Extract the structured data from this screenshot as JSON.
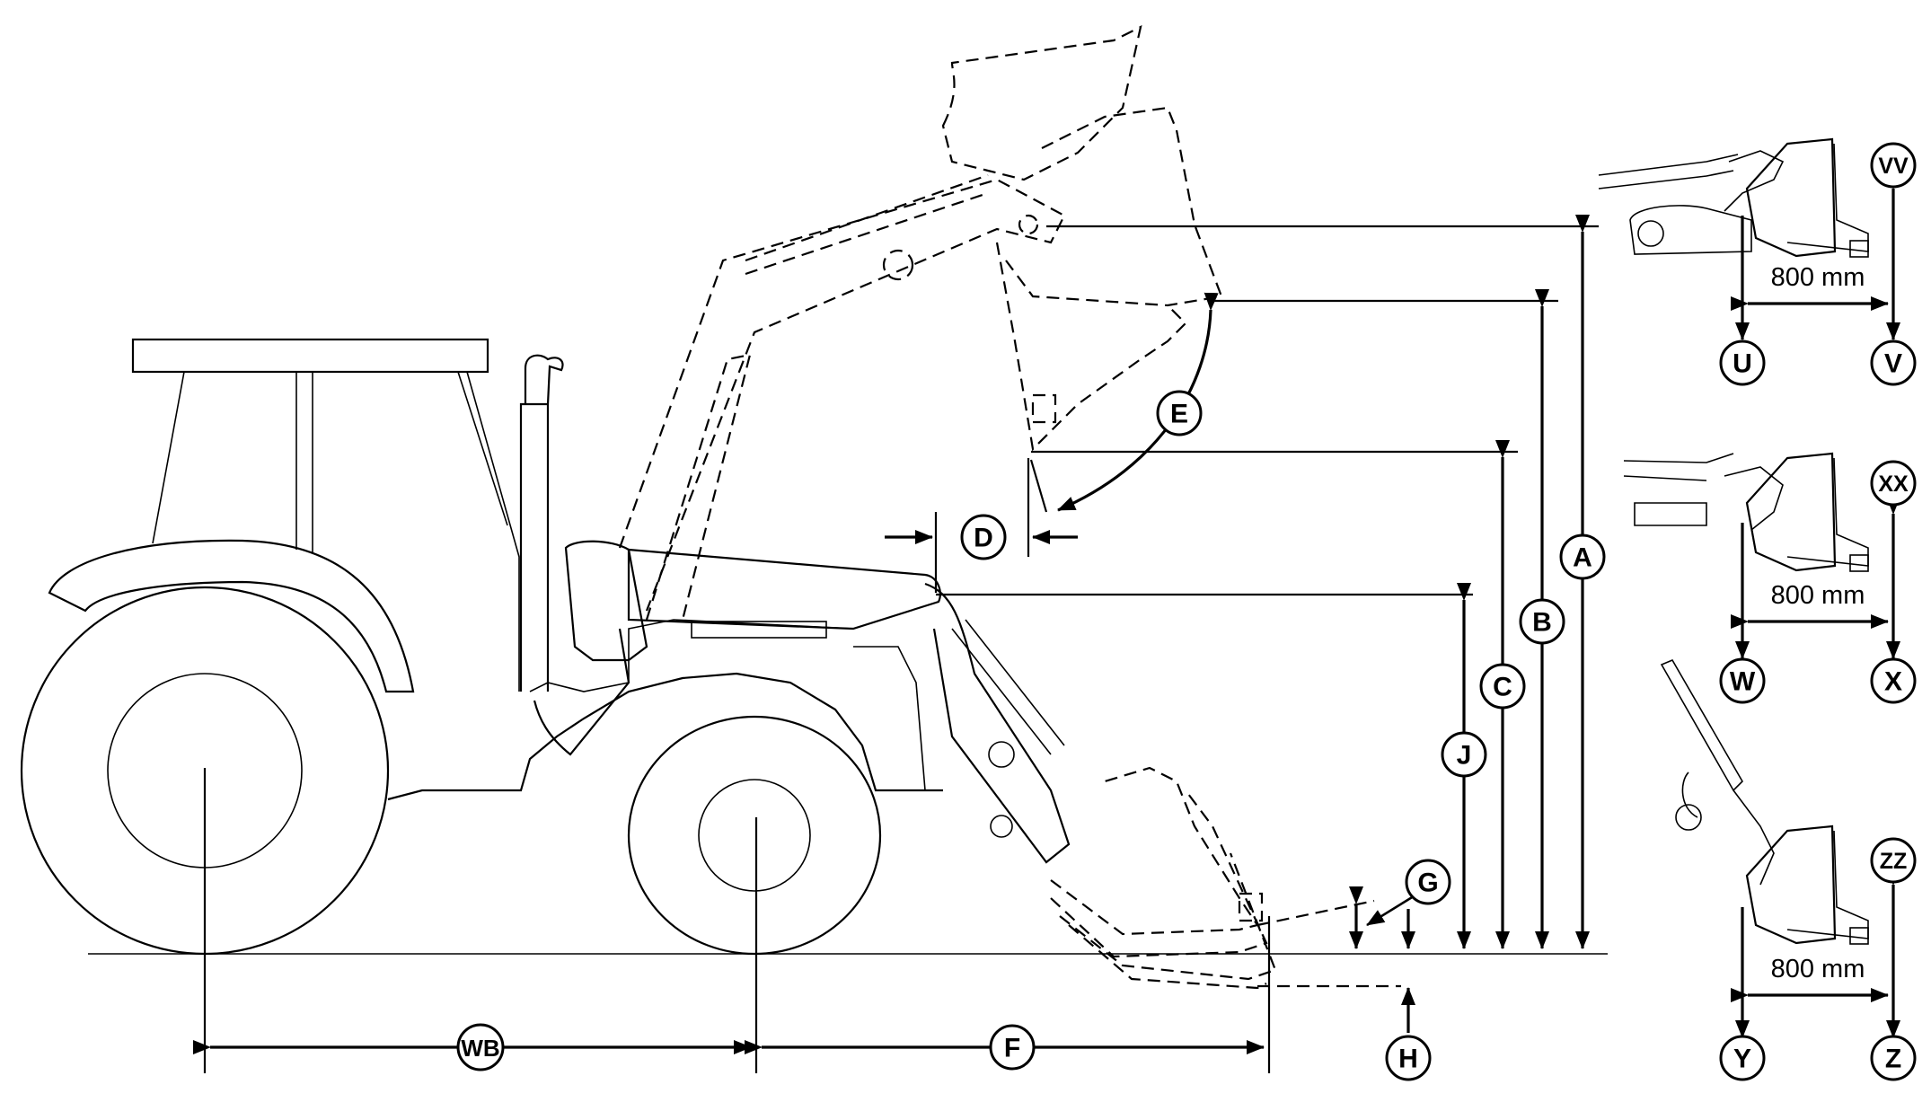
{
  "labels": {
    "A": "A",
    "B": "B",
    "C": "C",
    "D": "D",
    "E": "E",
    "F": "F",
    "G": "G",
    "H": "H",
    "J": "J",
    "WB": "WB",
    "U": "U",
    "V": "V",
    "VV": "VV",
    "W": "W",
    "X": "X",
    "XX": "XX",
    "Y": "Y",
    "Z": "Z",
    "ZZ": "ZZ"
  },
  "reach_distance": "800 mm",
  "colors": {
    "line": "#000000",
    "background": "#ffffff"
  }
}
